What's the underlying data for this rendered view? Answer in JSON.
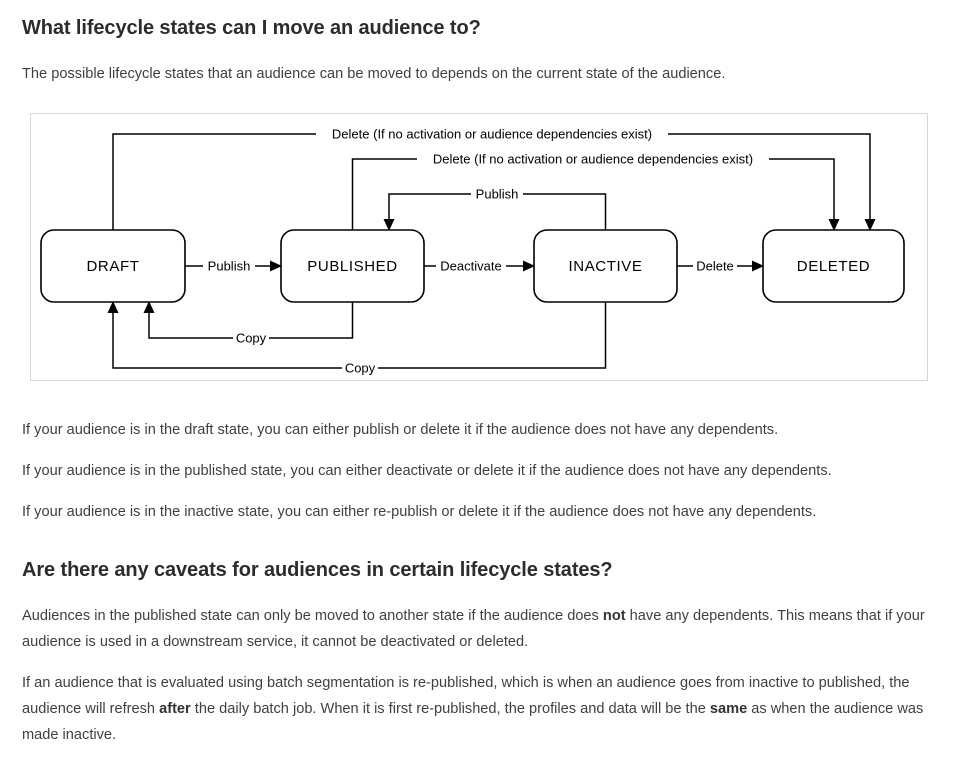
{
  "section1": {
    "heading": "What lifecycle states can I move an audience to?",
    "intro": "The possible lifecycle states that an audience can be moved to depends on the current state of the audience.",
    "answers": [
      "If your audience is in the draft state, you can either publish or delete it if the audience does not have any dependents.",
      "If your audience is in the published state, you can either deactivate or delete it if the audience does not have any dependents.",
      "If your audience is in the inactive state, you can either re-publish or delete it if the audience does not have any dependents."
    ]
  },
  "section2": {
    "heading": "Are there any caveats for audiences in certain lifecycle states?",
    "paragraph1": [
      {
        "t": "Audiences in the published state can only be moved to another state if the audience does "
      },
      {
        "t": "not",
        "b": true
      },
      {
        "t": " have any dependents. This means that if your audience is used in a downstream service, it cannot be deactivated or deleted."
      }
    ],
    "paragraph2": [
      {
        "t": "If an audience that is evaluated using batch segmentation is re-published, which is when an audience goes from inactive to published, the audience will refresh "
      },
      {
        "t": "after",
        "b": true
      },
      {
        "t": " the daily batch job. When it is first re-published, the profiles and data will be the "
      },
      {
        "t": "same",
        "b": true
      },
      {
        "t": " as when the audience was made inactive."
      }
    ]
  },
  "diagram": {
    "nodes": [
      {
        "id": "draft",
        "label": "DRAFT"
      },
      {
        "id": "published",
        "label": "PUBLISHED"
      },
      {
        "id": "inactive",
        "label": "INACTIVE"
      },
      {
        "id": "deleted",
        "label": "DELETED"
      }
    ],
    "edges": [
      {
        "from": "DRAFT",
        "to": "DELETED",
        "label": "Delete (If no activation or audience dependencies exist)"
      },
      {
        "from": "PUBLISHED",
        "to": "DELETED",
        "label": "Delete (If no activation or audience dependencies exist)"
      },
      {
        "from": "INACTIVE",
        "to": "PUBLISHED",
        "label": "Publish"
      },
      {
        "from": "DRAFT",
        "to": "PUBLISHED",
        "label": "Publish"
      },
      {
        "from": "PUBLISHED",
        "to": "INACTIVE",
        "label": "Deactivate"
      },
      {
        "from": "INACTIVE",
        "to": "DELETED",
        "label": "Delete"
      },
      {
        "from": "PUBLISHED",
        "to": "DRAFT",
        "label": "Copy"
      },
      {
        "from": "INACTIVE",
        "to": "DRAFT",
        "label": "Copy"
      }
    ],
    "line_color": "#000000",
    "border_color": "#d6d6d6"
  }
}
